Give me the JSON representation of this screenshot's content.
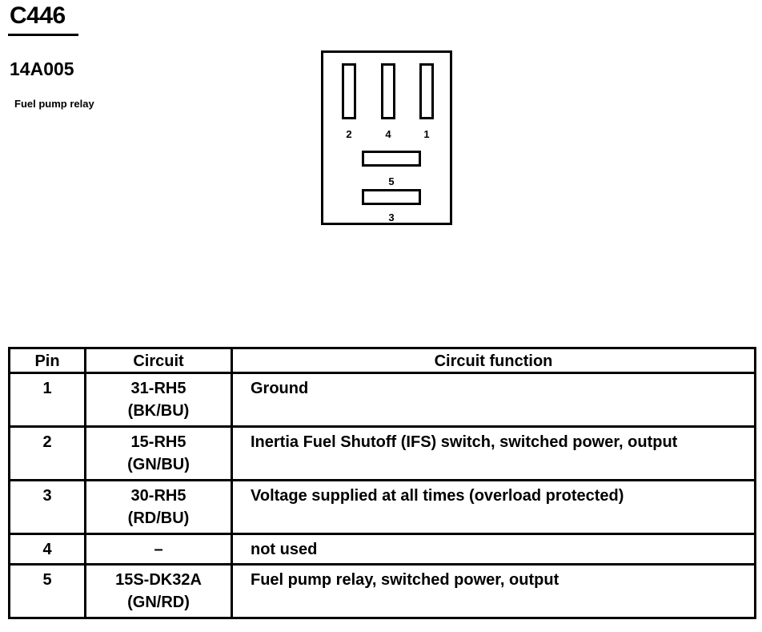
{
  "header": {
    "connector_id": "C446",
    "part_number": "14A005",
    "description": "Fuel pump relay"
  },
  "diagram": {
    "terminals": [
      {
        "pin": "2",
        "orientation": "vertical"
      },
      {
        "pin": "4",
        "orientation": "vertical"
      },
      {
        "pin": "1",
        "orientation": "vertical"
      },
      {
        "pin": "5",
        "orientation": "horizontal"
      },
      {
        "pin": "3",
        "orientation": "horizontal"
      }
    ]
  },
  "table": {
    "columns": [
      "Pin",
      "Circuit",
      "Circuit function"
    ],
    "rows": [
      {
        "pin": "1",
        "circuit": "31-RH5",
        "wire": "(BK/BU)",
        "function": "Ground"
      },
      {
        "pin": "2",
        "circuit": "15-RH5",
        "wire": "(GN/BU)",
        "function": "Inertia Fuel Shutoff (IFS) switch, switched power, output"
      },
      {
        "pin": "3",
        "circuit": "30-RH5",
        "wire": "(RD/BU)",
        "function": "Voltage supplied at all times (overload protected)"
      },
      {
        "pin": "4",
        "circuit": "–",
        "wire": "",
        "function": "not used"
      },
      {
        "pin": "5",
        "circuit": "15S-DK32A",
        "wire": "(GN/RD)",
        "function": "Fuel pump relay, switched power, output"
      }
    ]
  }
}
